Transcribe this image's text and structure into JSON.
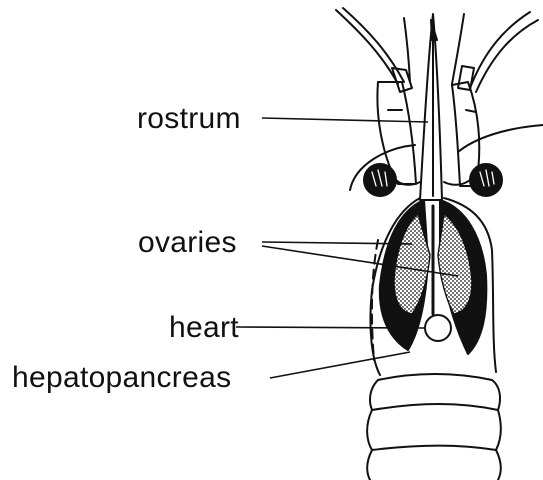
{
  "labels": {
    "rostrum": "rostrum",
    "ovaries": "ovaries",
    "heart": "heart",
    "hepatopancreas": "hepatopancreas"
  },
  "colors": {
    "ink": "#111111",
    "paper": "#ffffff",
    "ovary_fill": "#bdbdbd"
  }
}
